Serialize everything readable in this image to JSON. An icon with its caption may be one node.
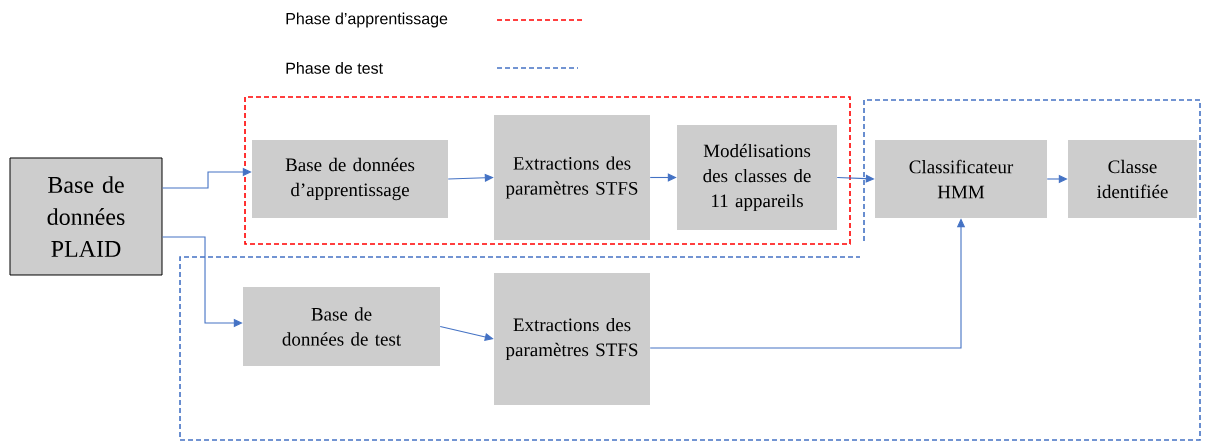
{
  "diagram": {
    "nodes": [
      {
        "text": [
          "Base de données PLAID"
        ]
      },
      {
        "text": [
          "Base de données d’apprentissage"
        ]
      },
      {
        "text": [
          "Extractions des paramètres STFS"
        ]
      },
      {
        "text": [
          "Modélisations des classes de 11 appareils"
        ]
      },
      {
        "text": [
          "Classificateur HMM"
        ]
      },
      {
        "text": [
          "Classe identifiée"
        ]
      },
      {
        "text": [
          "Base de données de test"
        ]
      },
      {
        "text": [
          "Extractions des paramètres STFS"
        ]
      }
    ],
    "edges": [
      {
        "from": 0,
        "to": 1,
        "arrow": "to"
      },
      {
        "from": 0,
        "to": 6,
        "arrow": "to"
      },
      {
        "from": 1,
        "to": 2,
        "arrow": "to"
      },
      {
        "from": 2,
        "to": 3,
        "arrow": "to"
      },
      {
        "from": 3,
        "to": 4,
        "arrow": "to"
      },
      {
        "from": 4,
        "to": 5,
        "arrow": "to"
      },
      {
        "from": 6,
        "to": 7,
        "arrow": "to"
      },
      {
        "from": 7,
        "to": 4,
        "arrow": "to"
      }
    ],
    "legend": [
      {
        "text": "Phase d’apprentissage"
      },
      {
        "text": "Phase de test"
      }
    ]
  }
}
